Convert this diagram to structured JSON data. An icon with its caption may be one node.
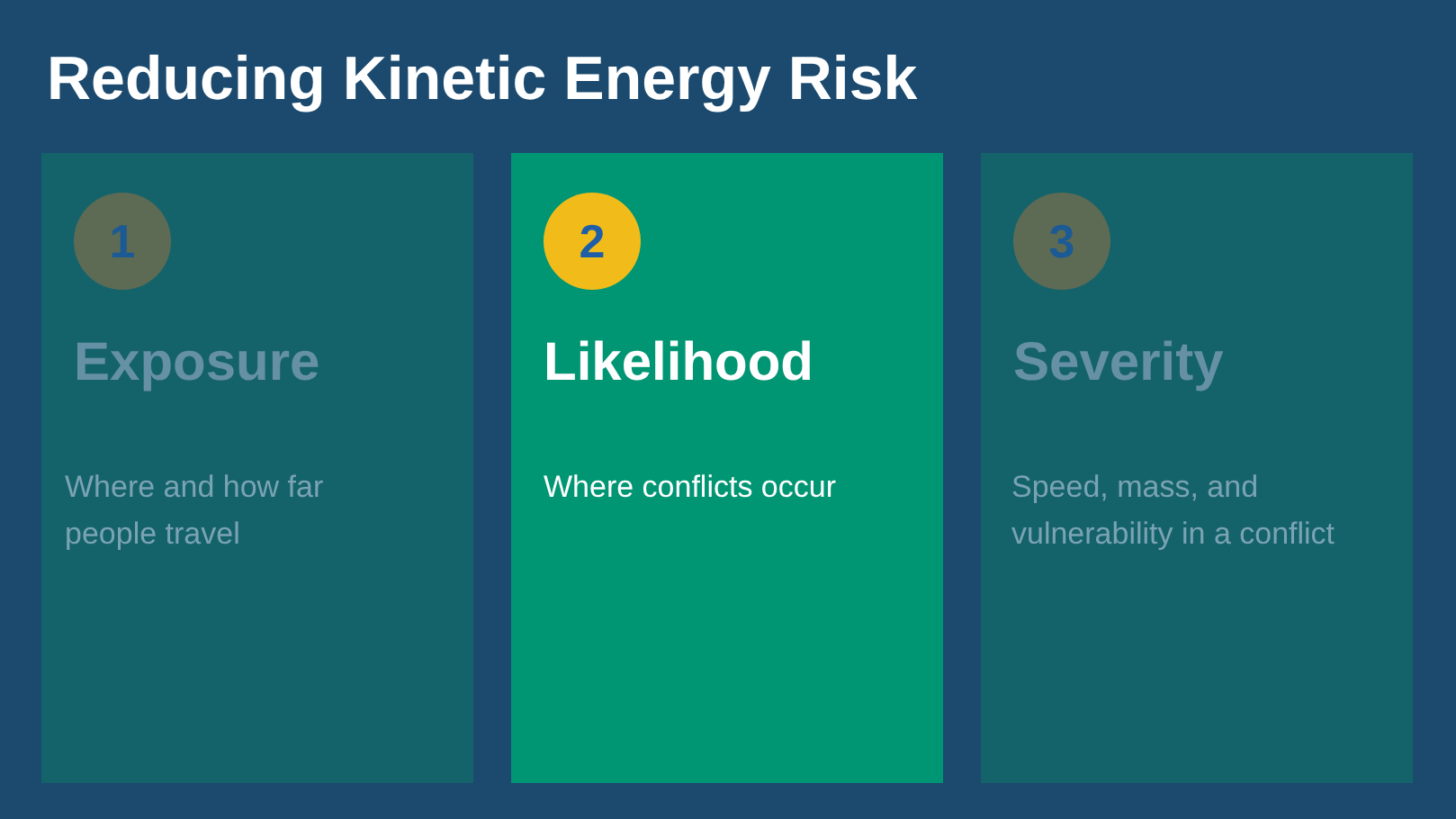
{
  "diagram": {
    "title": "Reducing Kinetic Energy Risk",
    "nodes": [
      {
        "text": [
          "Exposure",
          "Where and how far people travel"
        ]
      },
      {
        "text": [
          "1"
        ],
        "in": 0
      },
      {
        "text": [
          "Likelihood",
          "Where conflicts occur"
        ]
      },
      {
        "text": [
          "2"
        ],
        "in": 2
      },
      {
        "text": [
          "Severity",
          "Speed, mass, and vulnerability in a conflict"
        ]
      },
      {
        "text": [
          "3"
        ],
        "in": 4
      }
    ]
  }
}
